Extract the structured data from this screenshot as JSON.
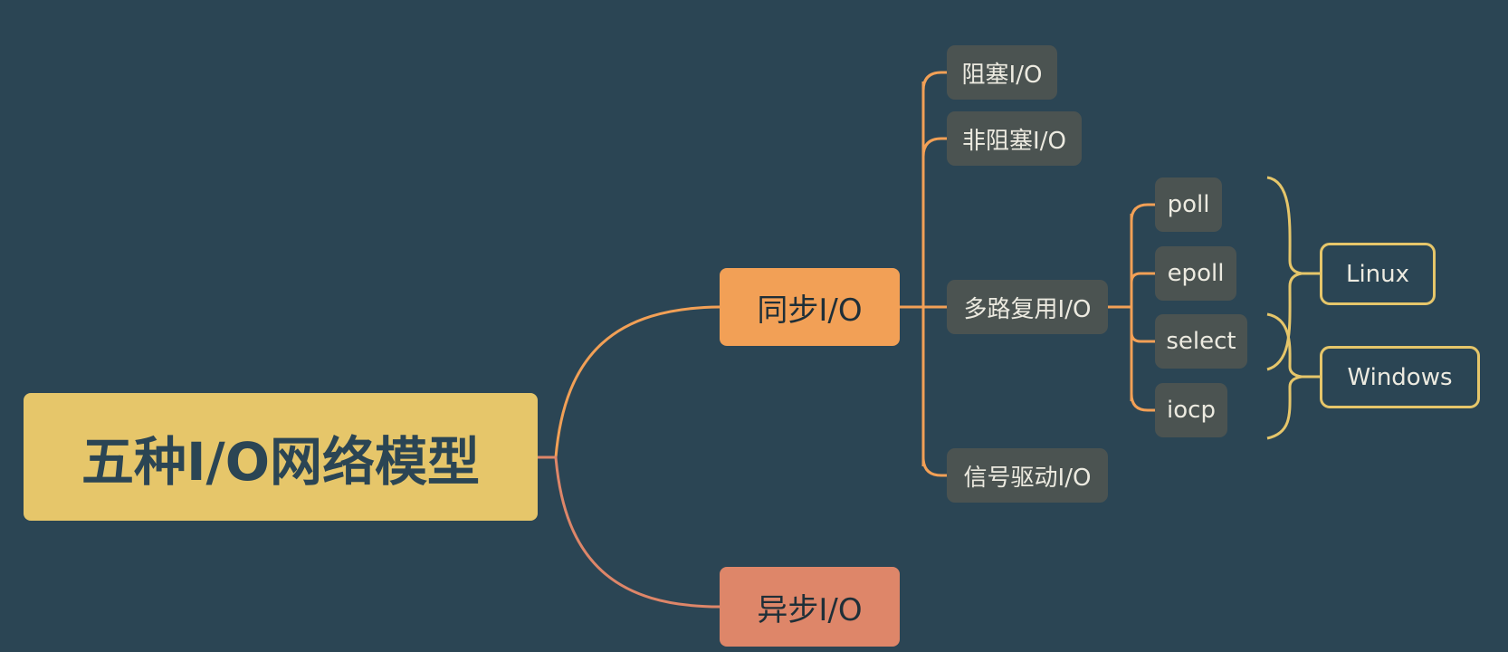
{
  "diagram": {
    "root": "五种I/O网络模型",
    "sync": "同步I/O",
    "async": "异步I/O",
    "sync_children": {
      "blocking": "阻塞I/O",
      "nonblocking": "非阻塞I/O",
      "multiplexing": "多路复用I/O",
      "signal_driven": "信号驱动I/O"
    },
    "multiplexing_children": {
      "poll": "poll",
      "epoll": "epoll",
      "select": "select",
      "iocp": "iocp"
    },
    "groups": {
      "linux": "Linux",
      "windows": "Windows"
    }
  },
  "colors": {
    "background": "#2b4554",
    "root": "#e6c66a",
    "sync": "#f2a056",
    "async": "#de8669",
    "leaf": "#4b5351",
    "bracket": "#e6c66a"
  }
}
